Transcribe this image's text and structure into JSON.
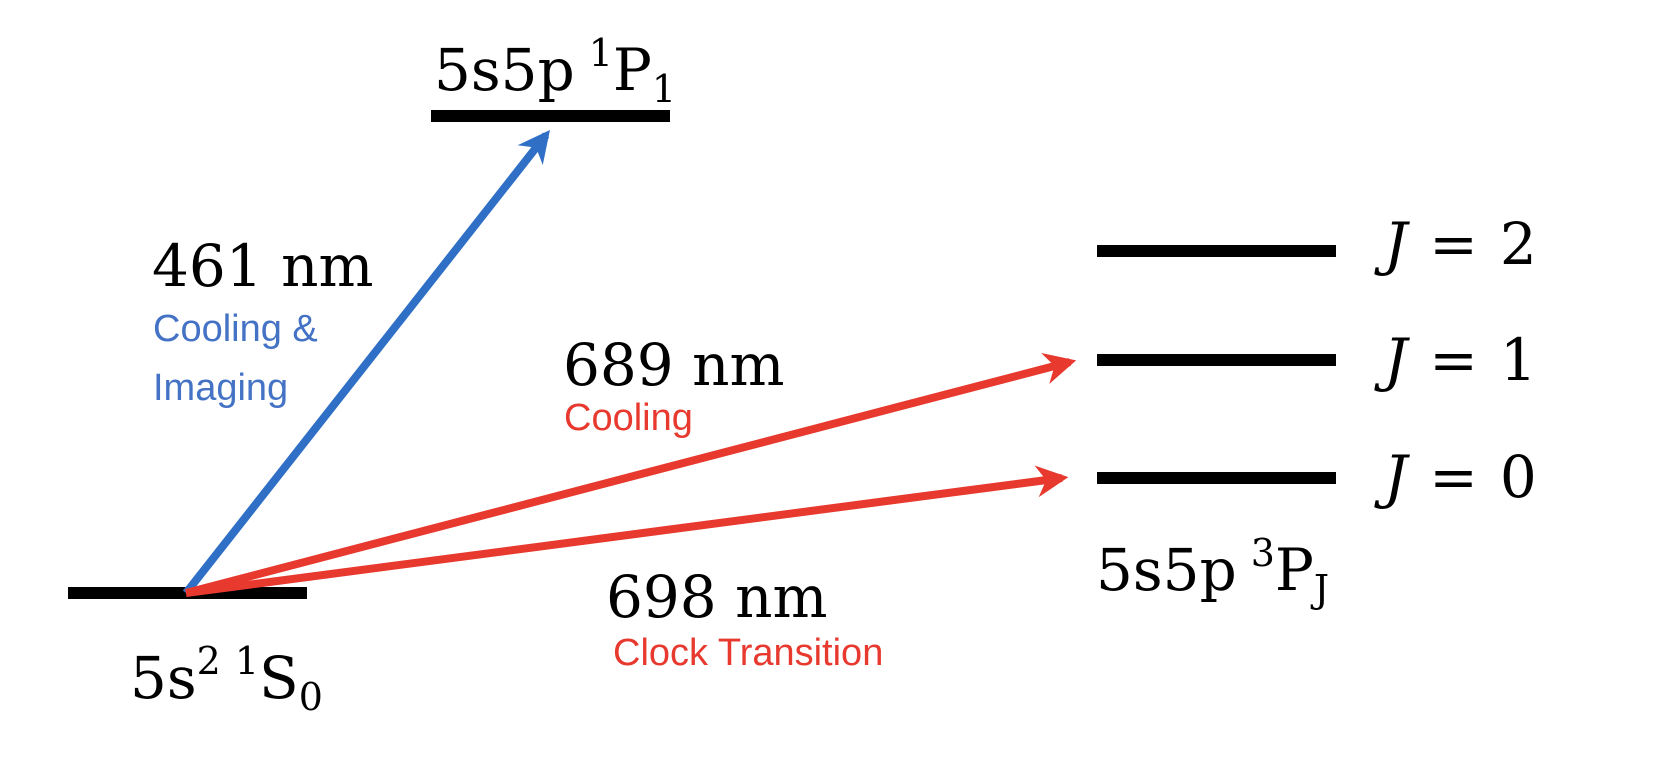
{
  "colors": {
    "blue": "#2f6fc6",
    "red": "#e8392f",
    "level": "#000000",
    "text": "#000000",
    "blue_text": "#4472c4",
    "red_text": "#e8392f"
  },
  "levels": {
    "ground": {
      "config": "5s",
      "config_sup": "2",
      "term_sup": "1",
      "term": "S",
      "term_sub": "0"
    },
    "singlet_p": {
      "config": "5s5p",
      "term_sup": "1",
      "term": "P",
      "term_sub": "1"
    },
    "triplet_p": {
      "config": "5s5p",
      "term_sup": "3",
      "term": "P",
      "term_sub": "J",
      "sublevels": [
        {
          "j_symbol": "J",
          "eq": "=",
          "value": "2"
        },
        {
          "j_symbol": "J",
          "eq": "=",
          "value": "1"
        },
        {
          "j_symbol": "J",
          "eq": "=",
          "value": "0"
        }
      ]
    }
  },
  "transitions": [
    {
      "wavelength": "461 nm",
      "label_line1": "Cooling &",
      "label_line2": "Imaging",
      "color": "blue"
    },
    {
      "wavelength": "689 nm",
      "label_line1": "Cooling",
      "color": "red"
    },
    {
      "wavelength": "698 nm",
      "label_line1": "Clock Transition",
      "color": "red"
    }
  ]
}
